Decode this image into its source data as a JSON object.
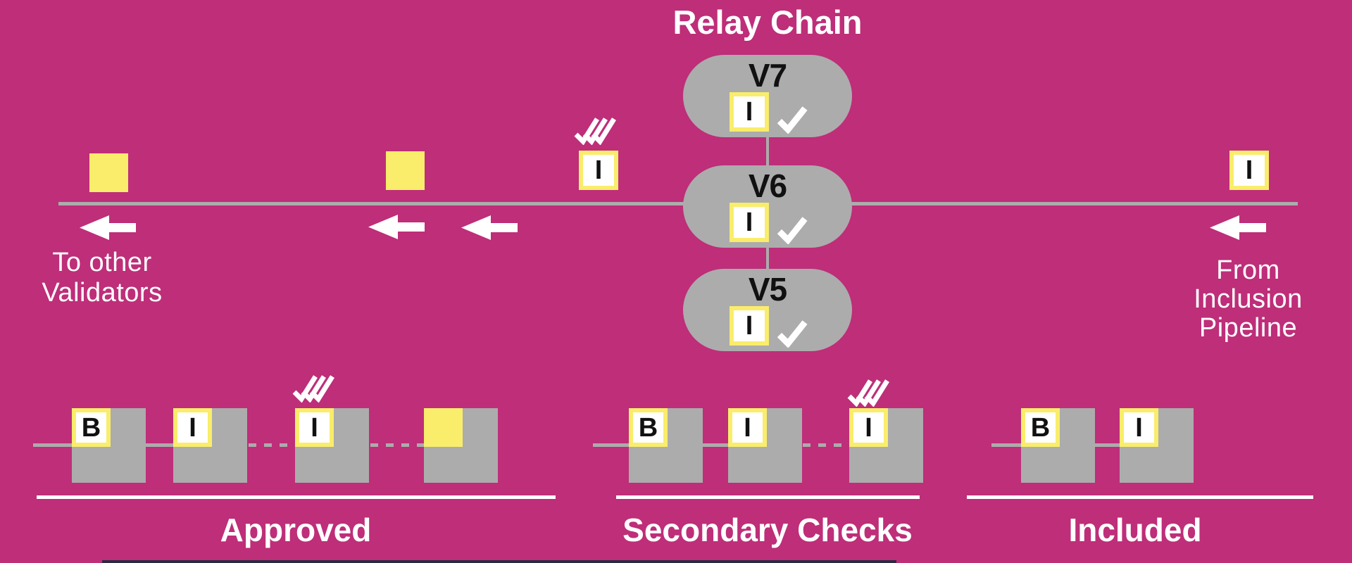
{
  "title": "Relay Chain",
  "colors": {
    "background": "#BE2E79",
    "gray": "#ACACAC",
    "yellow": "#F9ED6B",
    "white": "#FFFFFF",
    "black": "#111111"
  },
  "relay_chain": {
    "validators": [
      {
        "name": "V7",
        "candidate": "I",
        "checked": true
      },
      {
        "name": "V6",
        "candidate": "I",
        "checked": true
      },
      {
        "name": "V5",
        "candidate": "I",
        "checked": true
      }
    ]
  },
  "flow_line": {
    "checked_candidate": "I",
    "incoming_candidate": "I",
    "arrow_direction": "left",
    "left_caption": {
      "lines": [
        "To other",
        "Validators"
      ]
    },
    "right_caption": {
      "lines": [
        "From",
        "Inclusion",
        "Pipeline"
      ]
    }
  },
  "chains": [
    {
      "label": "Approved",
      "blocks": [
        {
          "tag": "B"
        },
        {
          "tag": "I"
        },
        {
          "tag": "I",
          "triple_checked": true
        },
        {
          "tag": "",
          "yellow_fill": true
        }
      ]
    },
    {
      "label": "Secondary Checks",
      "blocks": [
        {
          "tag": "B"
        },
        {
          "tag": "I"
        },
        {
          "tag": "I",
          "triple_checked": true
        }
      ]
    },
    {
      "label": "Included",
      "blocks": [
        {
          "tag": "B"
        },
        {
          "tag": "I"
        }
      ]
    }
  ]
}
